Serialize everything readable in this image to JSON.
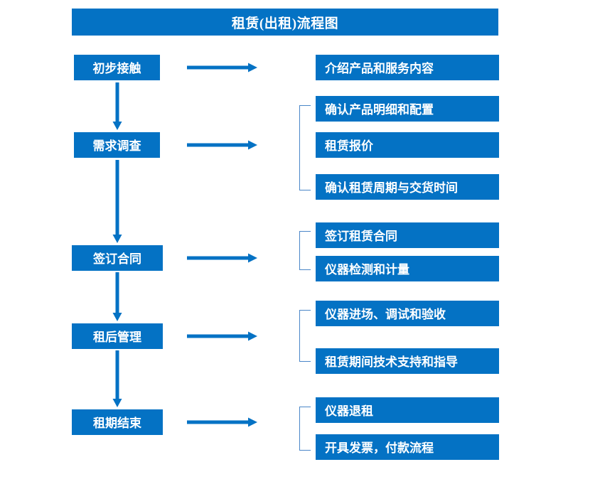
{
  "diagram": {
    "title": "租赁(出租)流程图",
    "accent_color": "#0472C4",
    "bracket_color": "#4A86C8",
    "background_color": "#FFFFFF",
    "text_color": "#FFFFFF"
  },
  "stages": [
    {
      "id": "stage-1",
      "label": "初步接触",
      "arrow": "right-arrow",
      "has_bracket": false,
      "details": [
        {
          "label": "介绍产品和服务内容"
        }
      ]
    },
    {
      "id": "stage-2",
      "label": "需求调查",
      "arrow": "right-arrow",
      "has_bracket": true,
      "details": [
        {
          "label": "确认产品明细和配置"
        },
        {
          "label": "租赁报价"
        },
        {
          "label": "确认租赁周期与交货时间"
        }
      ]
    },
    {
      "id": "stage-3",
      "label": "签订合同",
      "arrow": "right-arrow",
      "has_bracket": true,
      "details": [
        {
          "label": "签订租赁合同"
        },
        {
          "label": "仪器检测和计量"
        }
      ]
    },
    {
      "id": "stage-4",
      "label": "租后管理",
      "arrow": "right-arrow",
      "has_bracket": true,
      "details": [
        {
          "label": "仪器进场、调试和验收"
        },
        {
          "label": "租赁期间技术支持和指导"
        }
      ]
    },
    {
      "id": "stage-5",
      "label": "租期结束",
      "arrow": "right-arrow",
      "has_bracket": true,
      "details": [
        {
          "label": "仪器退租"
        },
        {
          "label": "开具发票，付款流程"
        }
      ]
    }
  ],
  "connectors": {
    "vertical_arrow_count": 4,
    "horizontal_arrow_count": 5
  }
}
